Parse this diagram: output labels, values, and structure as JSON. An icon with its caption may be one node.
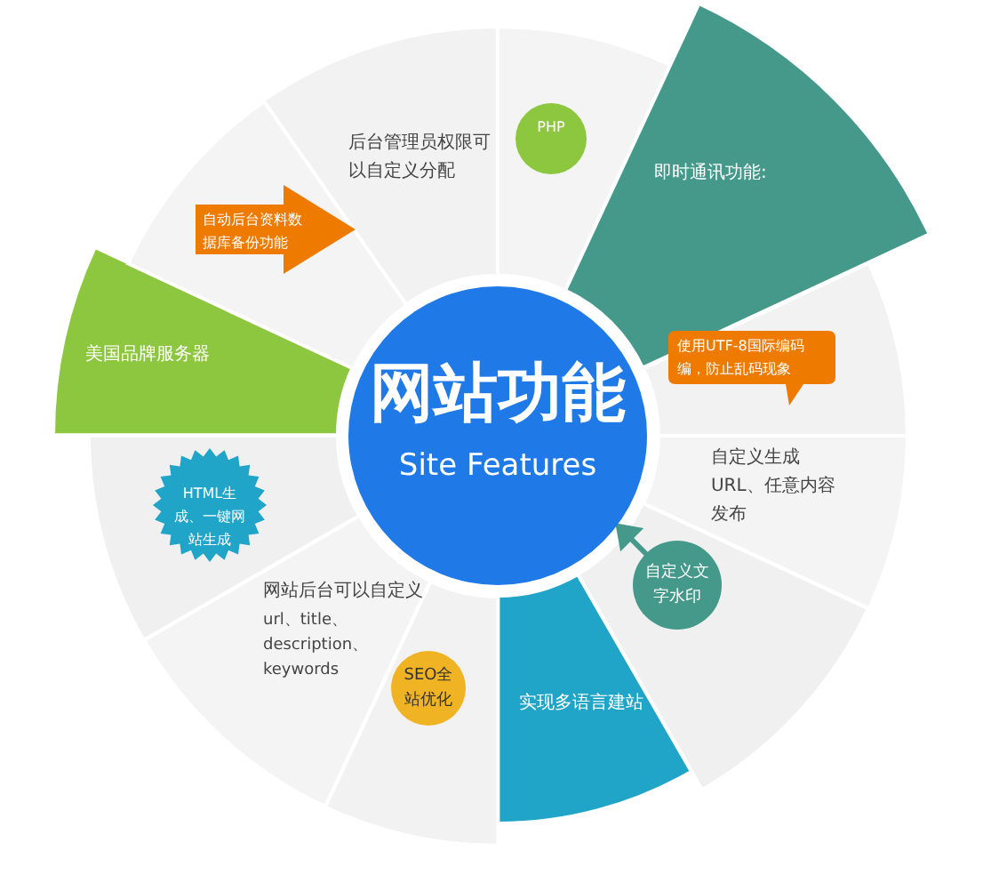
{
  "diagram": {
    "nodes": [
      {
        "text": [
          "网站功能",
          "Site Features"
        ]
      },
      {
        "text": [
          "后台管理员权限可以自定义分配"
        ]
      },
      {
        "text": [],
        "shape": "sector"
      },
      {
        "text": [
          "PHP"
        ],
        "in": 2
      },
      {
        "text": [
          "即时通讯功能:"
        ]
      },
      {
        "text": [],
        "shape": "sector"
      },
      {
        "text": [
          "使用UTF-8国际编码编，防止乱码现象"
        ],
        "in": 5
      },
      {
        "text": [
          "自定义生成URL、任意内容发布"
        ]
      },
      {
        "text": [],
        "shape": "sector"
      },
      {
        "text": [
          "自定义文字水印"
        ],
        "in": 8
      },
      {
        "text": [
          "实现多语言建站"
        ]
      },
      {
        "text": [],
        "shape": "sector"
      },
      {
        "text": [
          "SEO全站优化"
        ],
        "in": 11
      },
      {
        "text": [
          "网站后台可以自定义",
          "url、title、description、keywords"
        ]
      },
      {
        "text": [],
        "shape": "sector"
      },
      {
        "text": [
          "HTML生成、一键网站生成"
        ],
        "in": 14
      },
      {
        "text": [
          "美国品牌服务器"
        ]
      },
      {
        "text": [],
        "shape": "sector"
      },
      {
        "text": [
          "自动后台资料数据库备份功能"
        ],
        "in": 17
      }
    ],
    "edges": []
  }
}
